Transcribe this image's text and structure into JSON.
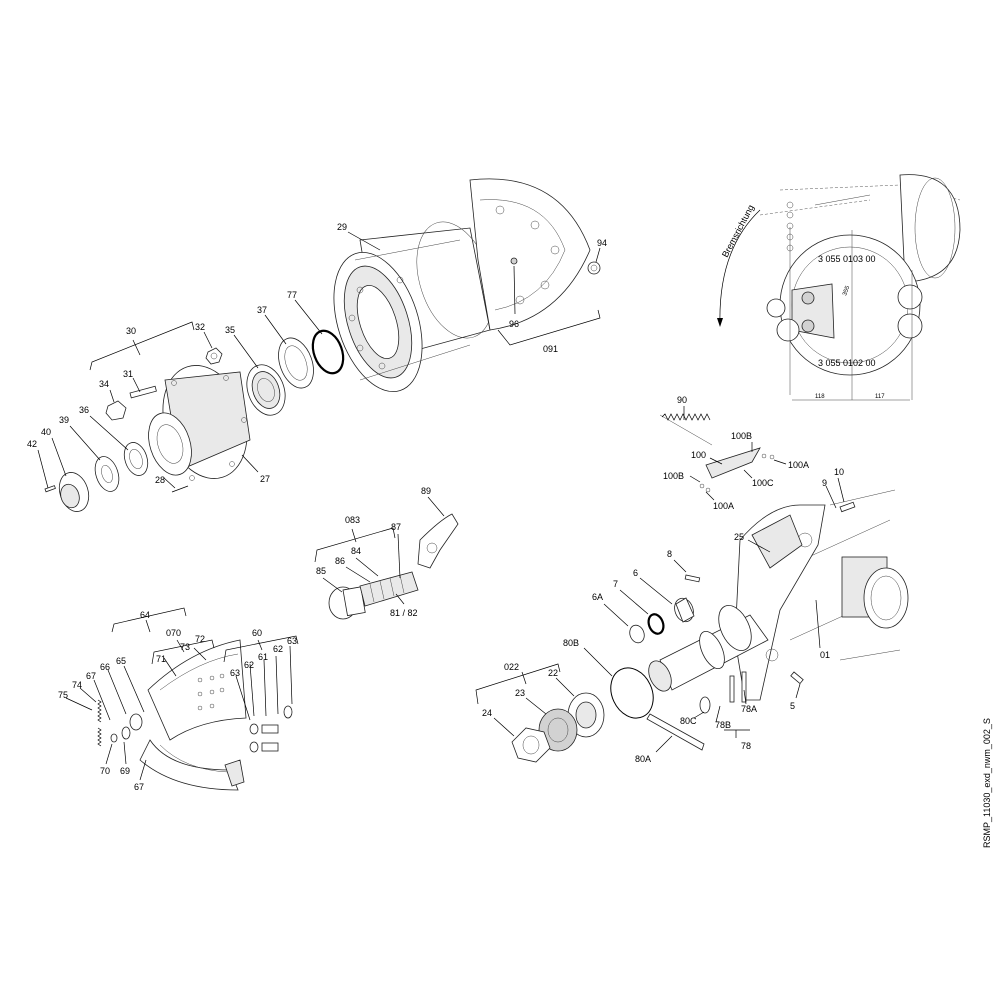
{
  "drawing_id": "RSMP_11030_exd_nwm_002_S",
  "inset": {
    "direction_label": "Bremsrichtung",
    "part_upper": "3 055 0103 00",
    "part_lower": "3 055 0102 00",
    "dim_left": "118",
    "dim_right": "117",
    "dim_small": "355"
  },
  "callouts": {
    "c29": "29",
    "c94": "94",
    "c96": "96",
    "c091": "091",
    "c77": "77",
    "c37": "37",
    "c35": "35",
    "c32": "32",
    "c30": "30",
    "c31": "31",
    "c34": "34",
    "c36": "36",
    "c39": "39",
    "c40": "40",
    "c42": "42",
    "c28": "28",
    "c27": "27",
    "c90": "90",
    "c100B": "100B",
    "c100": "100",
    "c100A_1": "100A",
    "c100B_2": "100B",
    "c100C": "100C",
    "c100A_2": "100A",
    "c10": "10",
    "c9": "9",
    "c89": "89",
    "c083": "083",
    "c87": "87",
    "c84": "84",
    "c86": "86",
    "c85": "85",
    "c81_82": "81 / 82",
    "c25": "25",
    "c8": "8",
    "c6": "6",
    "c7": "7",
    "c6A": "6A",
    "c01": "01",
    "c80B": "80B",
    "c022": "022",
    "c23": "23",
    "c22": "22",
    "c24": "24",
    "c80C": "80C",
    "c78B": "78B",
    "c78A": "78A",
    "c78": "78",
    "c80A": "80A",
    "c5": "5",
    "c64": "64",
    "c070": "070",
    "c72": "72",
    "c73": "73",
    "c71": "71",
    "c60": "60",
    "c63_1": "63",
    "c61": "61",
    "c62_1": "62",
    "c63_2": "63",
    "c62_2": "62",
    "c65": "65",
    "c66": "66",
    "c67_1": "67",
    "c74": "74",
    "c75": "75",
    "c70": "70",
    "c69": "69",
    "c67_2": "67"
  }
}
